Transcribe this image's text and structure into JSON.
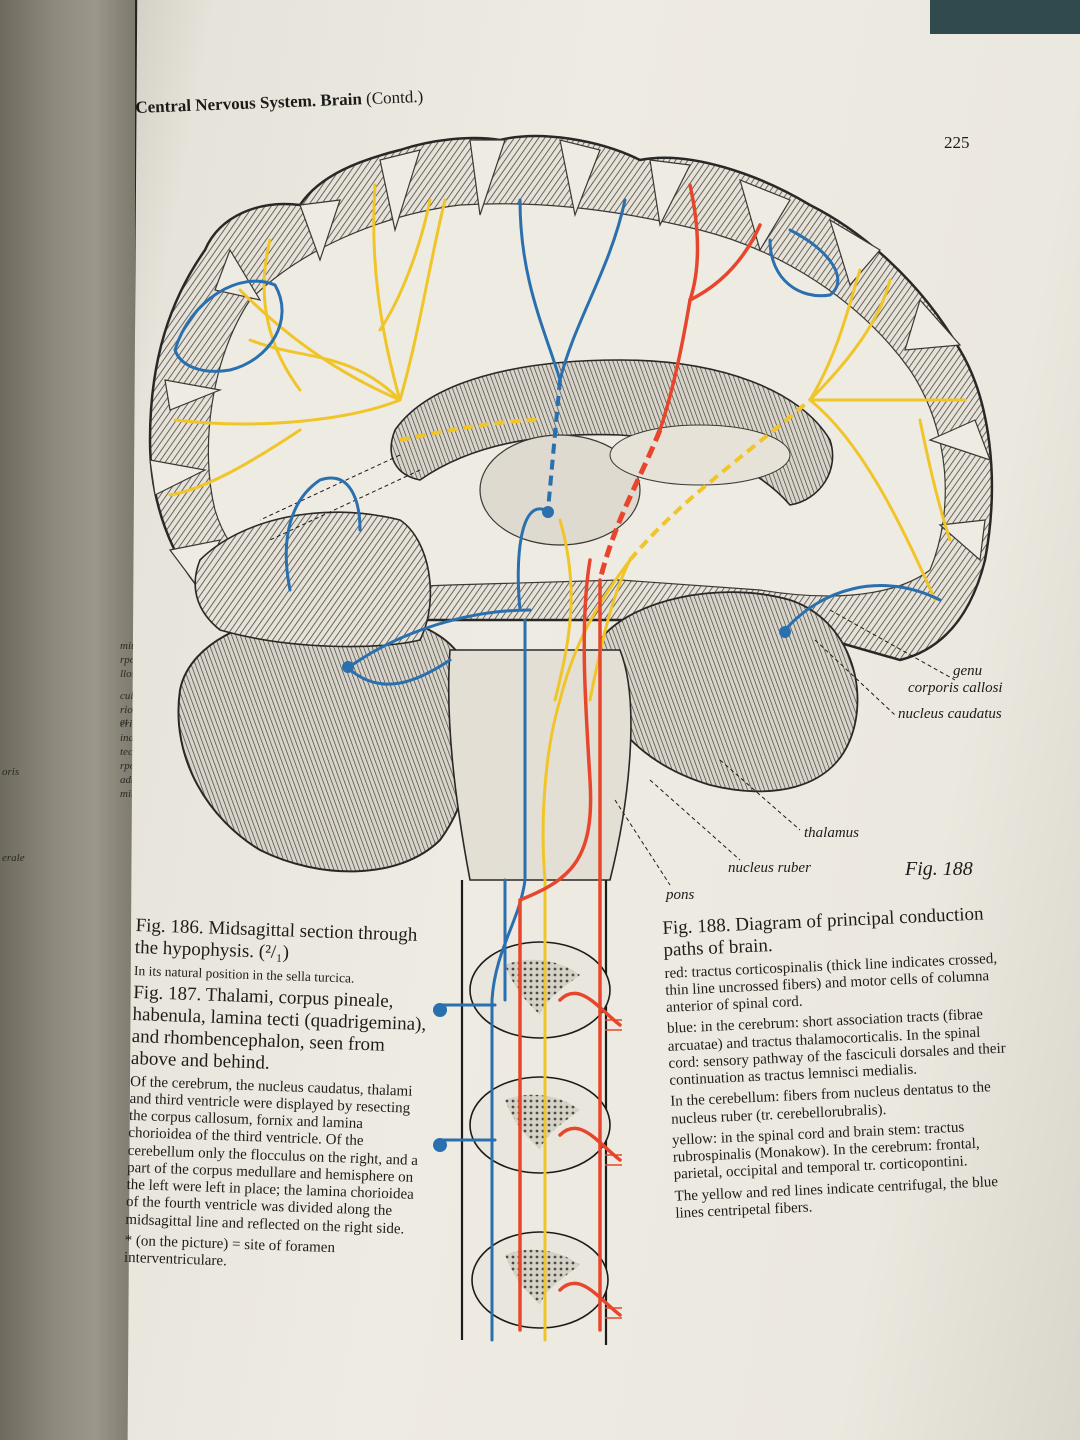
{
  "header": {
    "title": "Central Nervous System. Brain",
    "title_suffix": "(Contd.)",
    "page_number": "225"
  },
  "left_page_fragments": [
    "mium",
    "rporis",
    "llosi",
    "culus",
    "rior et",
    "erior",
    "inae",
    "tecti",
    "rpora",
    "adri-",
    "mina)",
    "oris",
    "erale"
  ],
  "figure_labels": {
    "genu_1": "genu",
    "genu_2": "corporis callosi",
    "nucleus_caudatus": "nucleus caudatus",
    "thalamus": "thalamus",
    "nucleus_ruber": "nucleus ruber",
    "pons": "pons",
    "fig": "Fig. 188"
  },
  "caption_left": {
    "fig186_title": "Fig. 186. Midsagittal section through the hypophysis. (²/₁)",
    "fig186_text": "In its natural position in the sella turcica.",
    "fig187_title": "Fig. 187. Thalami, corpus pineale, habenula, lamina tecti (quadrigemina), and rhombencephalon, seen from above and behind.",
    "fig187_text": "Of the cerebrum, the nucleus caudatus, thalami and third ventricle were displayed by resecting the corpus callosum, fornix and lamina chorioidea of the third ventricle. Of the cerebellum only the flocculus on the right, and a part of the corpus medullare and hemisphere on the left were left in place; the lamina chorioidea of the fourth ventricle was divided along the midsagittal line and reflected on the right side.",
    "fig187_note": "* (on the picture) = site of foramen interventriculare."
  },
  "caption_right": {
    "title": "Fig. 188. Diagram of principal conduction paths of brain.",
    "red": "red: tractus corticospinalis (thick line indicates crossed, thin line uncrossed fibers) and motor cells of columna anterior of spinal cord.",
    "blue_1": "blue: in the cerebrum: short association tracts (fibrae arcuatae) and tractus thalamocorticalis. In the spinal cord: sensory pathway of the fasciculi dorsales and their continuation as tractus lemnisci medialis.",
    "blue_2": "In the cerebellum: fibers from nucleus dentatus to the nucleus ruber (tr. cerebellorubralis).",
    "yellow": "yellow: in the spinal cord and brain stem: tractus rubrospinalis (Monakow). In the cerebrum: frontal, parietal, occipital and temporal tr. corticopontini.",
    "summary": "The yellow and red lines indicate centrifugal, the blue lines centripetal fibers."
  },
  "colors": {
    "red": "#e8462c",
    "blue": "#2a6fae",
    "yellow": "#f0c52a",
    "ink": "#1c1b19"
  }
}
